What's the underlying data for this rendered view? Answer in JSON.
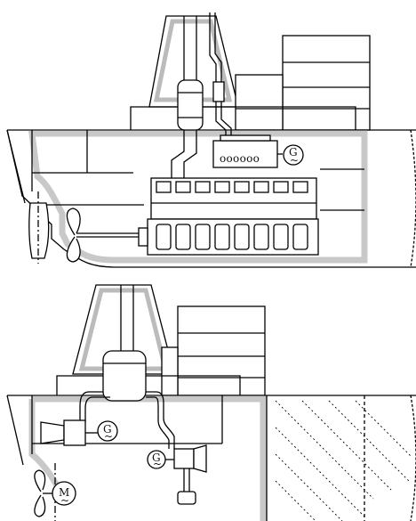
{
  "diagram": {
    "top": {
      "generator_symbol": "G",
      "generator_ac_symbol": "~",
      "cylinder_row_label": "oooooo"
    },
    "bottom": {
      "generator_upper_symbol": "G",
      "generator_upper_ac_symbol": "~",
      "generator_lower_symbol": "G",
      "generator_lower_ac_symbol": "~",
      "motor_symbol": "M",
      "motor_ac_symbol": "~"
    }
  }
}
